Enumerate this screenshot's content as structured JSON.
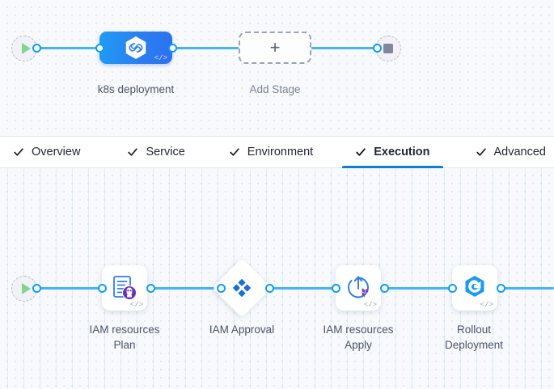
{
  "colors": {
    "edge": "#43b4f4",
    "port_ring": "#0d9ef3",
    "stage_gradient_from": "#1e9df4",
    "stage_gradient_to": "#2d6ff0",
    "tab_active_underline": "#0b7fdb",
    "canvas_bg": "#f7f9fc",
    "start_play": "#7fd694",
    "stop_square": "#8086a0",
    "label_text": "#4c5468",
    "terraform_purple": "#7b42bc",
    "argo_blue": "#0f9bf0"
  },
  "pipeline": {
    "start_node": {
      "name": "start-node",
      "icon": "play-icon"
    },
    "end_node": {
      "name": "end-node",
      "icon": "stop-icon"
    },
    "stages": [
      {
        "label": "k8s deployment",
        "icon": "harness-hexagon-icon",
        "code_glyph": "</>",
        "type": "stage"
      },
      {
        "label": "Add Stage",
        "icon": "plus-icon",
        "plus": "+",
        "type": "add-stage"
      }
    ]
  },
  "tabs": [
    {
      "label": "Overview",
      "icon": "check-icon",
      "active": false
    },
    {
      "label": "Service",
      "icon": "check-icon",
      "active": false
    },
    {
      "label": "Environment",
      "icon": "check-icon",
      "active": false
    },
    {
      "label": "Execution",
      "icon": "check-icon",
      "active": true
    },
    {
      "label": "Advanced",
      "icon": "check-icon",
      "active": false
    }
  ],
  "execution": {
    "start_node": {
      "name": "execution-start-node",
      "icon": "play-icon"
    },
    "steps": [
      {
        "label": "IAM resources\nPlan",
        "icon": "terraform-plan-icon",
        "code_glyph": "</>",
        "shape": "card"
      },
      {
        "label": "IAM Approval",
        "icon": "approval-diamond-icon",
        "code_glyph": "",
        "shape": "diamond"
      },
      {
        "label": "IAM resources\nApply",
        "icon": "terraform-apply-icon",
        "code_glyph": "</>",
        "shape": "card"
      },
      {
        "label": "Rollout\nDeployment",
        "icon": "argo-rollout-icon",
        "code_glyph": "</>",
        "shape": "card"
      }
    ]
  }
}
